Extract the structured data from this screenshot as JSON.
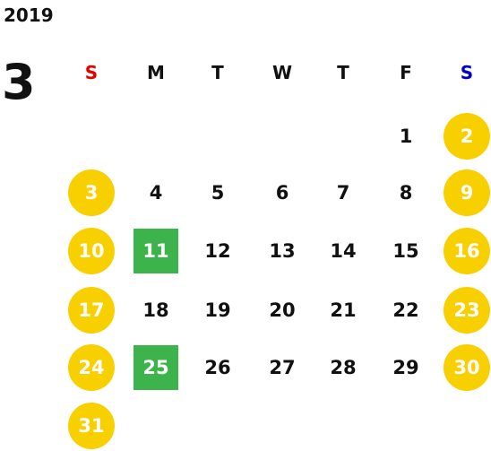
{
  "calendar": {
    "year": "2019",
    "month": "3",
    "weekdays": [
      "S",
      "M",
      "T",
      "W",
      "T",
      "F",
      "S"
    ],
    "weekday_colors": [
      "#e60000",
      "#111111",
      "#111111",
      "#111111",
      "#111111",
      "#111111",
      "#0000cc"
    ],
    "colors": {
      "weekend_circle": "#f8d000",
      "highlight_square": "#3cb44b",
      "day_text": "#111111",
      "marked_text": "#ffffff"
    },
    "weeks": [
      [
        null,
        null,
        null,
        null,
        null,
        "1",
        "2"
      ],
      [
        "3",
        "4",
        "5",
        "6",
        "7",
        "8",
        "9"
      ],
      [
        "10",
        "11",
        "12",
        "13",
        "14",
        "15",
        "16"
      ],
      [
        "17",
        "18",
        "19",
        "20",
        "21",
        "22",
        "23"
      ],
      [
        "24",
        "25",
        "26",
        "27",
        "28",
        "29",
        "30"
      ],
      [
        "31",
        null,
        null,
        null,
        null,
        null,
        null
      ]
    ],
    "highlighted_days": [
      "11",
      "25"
    ]
  }
}
